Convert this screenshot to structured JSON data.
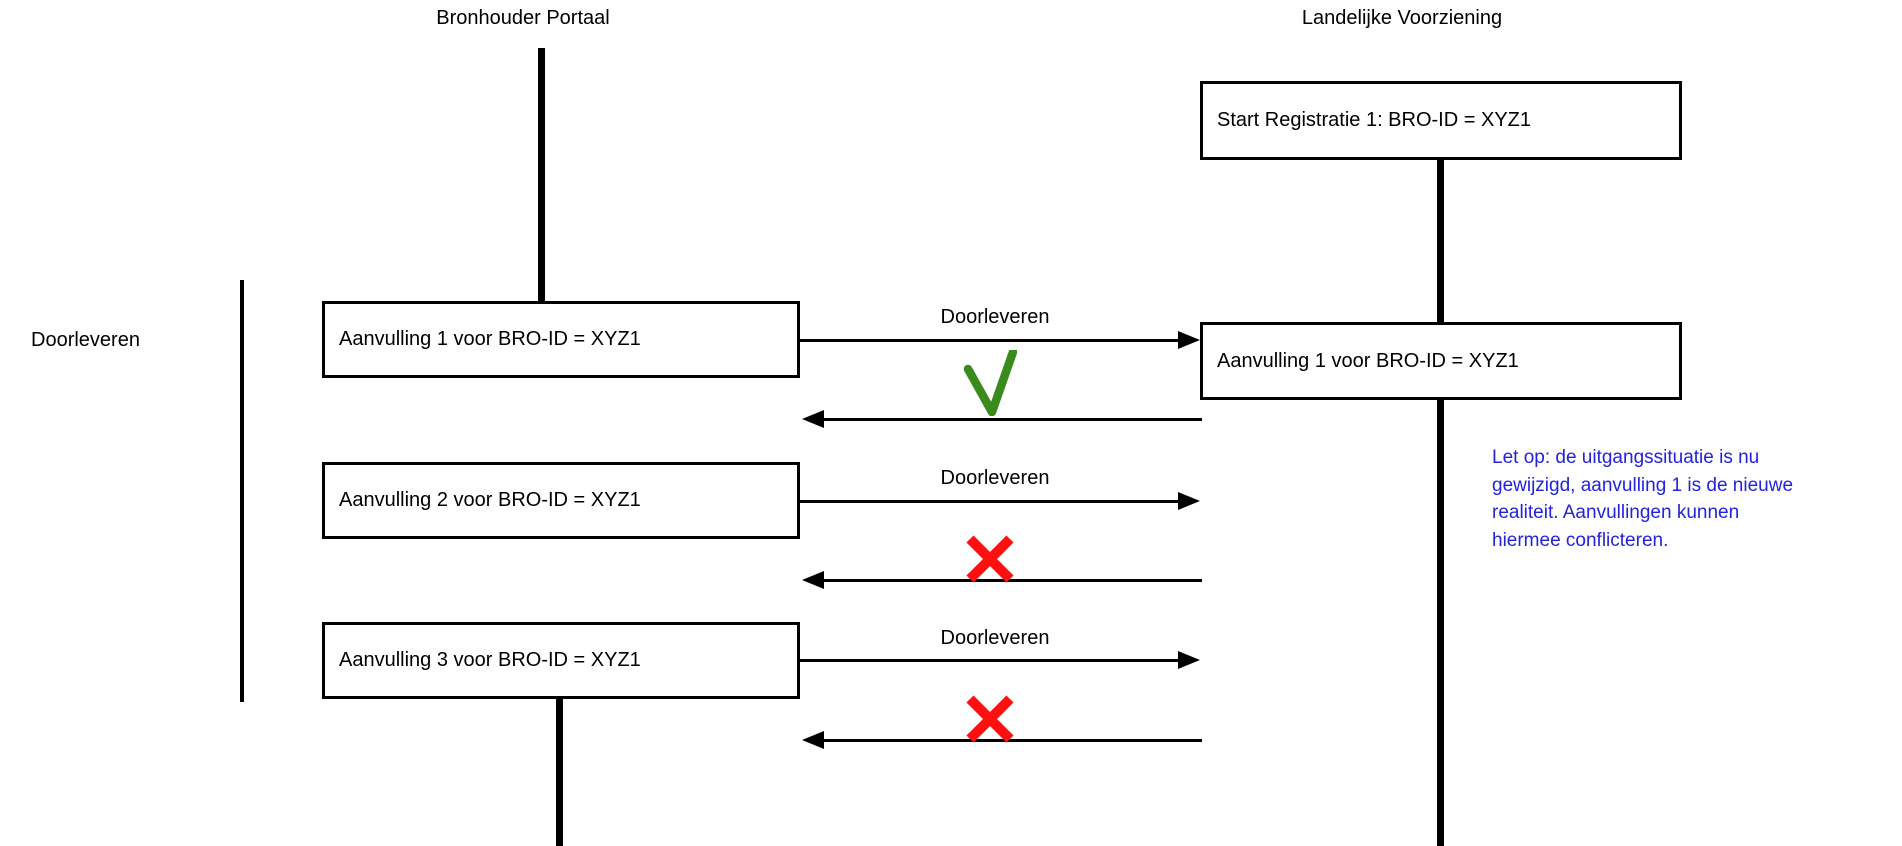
{
  "diagram": {
    "left_lane_title": "Bronhouder Portaal",
    "right_lane_title": "Landelijke Voorziening",
    "group_label": "Doorleveren",
    "start_box": "Start Registratie 1: BRO-ID = XYZ1",
    "right_box": "Aanvulling 1 voor BRO-ID = XYZ1",
    "rows": [
      {
        "box": "Aanvulling 1 voor BRO-ID = XYZ1",
        "arrow_label": "Doorleveren",
        "result": "accepted"
      },
      {
        "box": "Aanvulling 2 voor BRO-ID = XYZ1",
        "arrow_label": "Doorleveren",
        "result": "rejected"
      },
      {
        "box": "Aanvulling 3 voor BRO-ID = XYZ1",
        "arrow_label": "Doorleveren",
        "result": "rejected"
      }
    ],
    "note": "Let op: de uitgangssituatie is nu\ngewijzigd, aanvulling 1 is de nieuwe\nrealiteit. Aanvullingen kunnen\nhiermee conflicteren.",
    "colors": {
      "line": "#000000",
      "note_text": "#2222dd",
      "check": "#3a8a1e",
      "cross": "#ff0f0f"
    }
  }
}
